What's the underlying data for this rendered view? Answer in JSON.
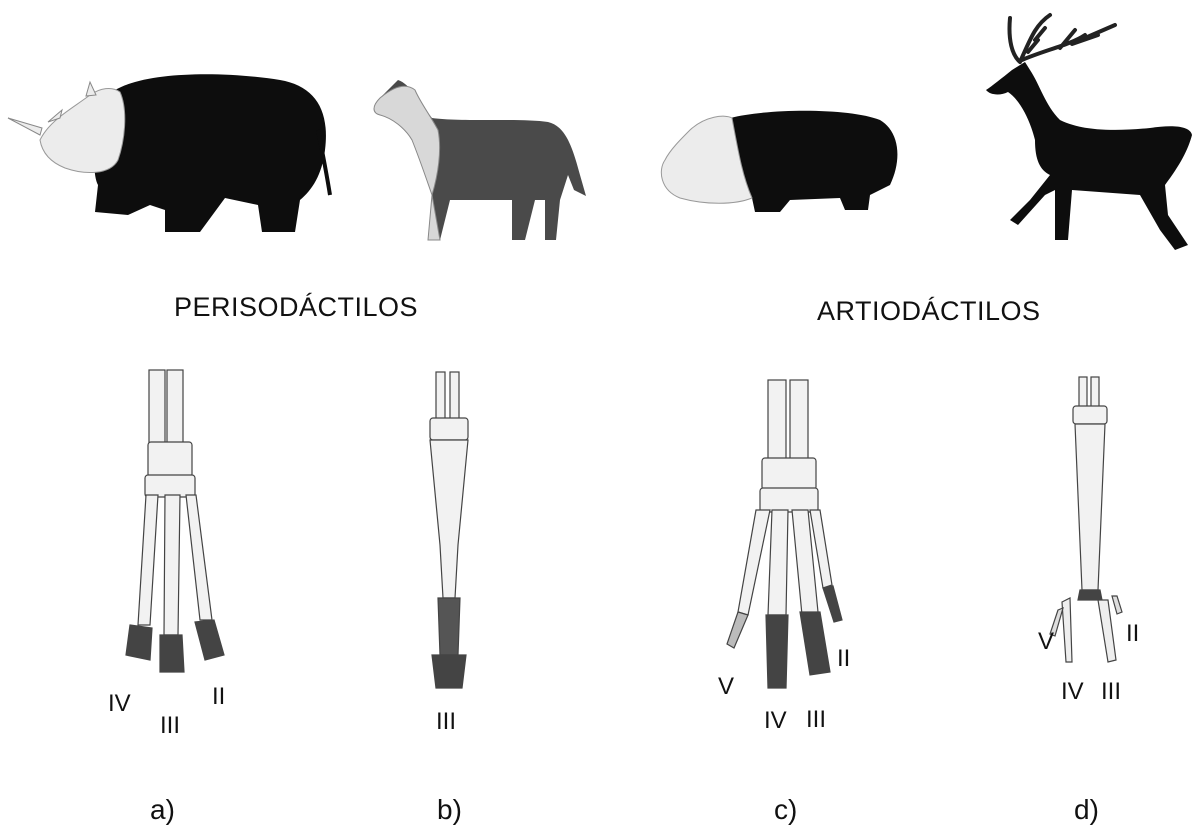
{
  "groups": [
    {
      "heading": "PERISODÁCTILOS",
      "animals": [
        {
          "name": "rhinoceros"
        },
        {
          "name": "horse"
        }
      ],
      "limbs": [
        {
          "caption": "a)",
          "digit_labels": [
            "IV",
            "III",
            "II"
          ]
        },
        {
          "caption": "b)",
          "digit_labels": [
            "III"
          ]
        }
      ]
    },
    {
      "heading": "ARTIODÁCTILOS",
      "animals": [
        {
          "name": "hippopotamus"
        },
        {
          "name": "deer"
        }
      ],
      "limbs": [
        {
          "caption": "c)",
          "digit_labels": [
            "V",
            "IV",
            "III",
            "II"
          ]
        },
        {
          "caption": "d)",
          "digit_labels": [
            "V",
            "IV",
            "III",
            "II"
          ]
        }
      ]
    }
  ],
  "colors": {
    "silhouette": "#0d0d0d",
    "bone": "#f2f2f2",
    "hoof": "#444444",
    "ink": "#222222"
  }
}
